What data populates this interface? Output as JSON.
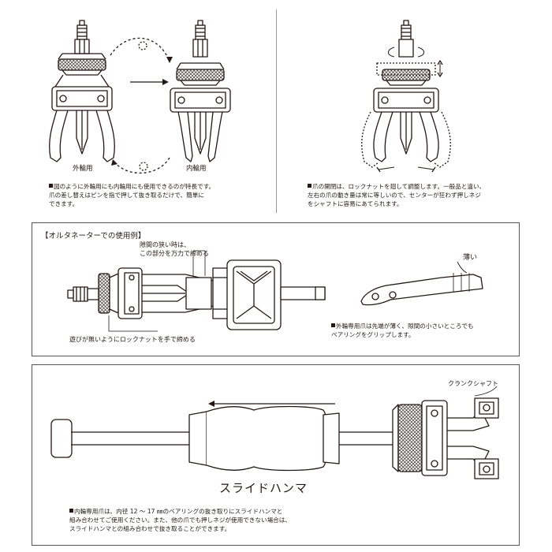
{
  "top_left": {
    "label_outer": "外輪用",
    "label_inner": "内輪用",
    "note_lines": [
      "図のように外輪用にも内輪用にも使用できるのが特長です。",
      "爪の差し替えはピンを指で押して抜き取るだけで、簡単に",
      "できます。"
    ]
  },
  "top_right": {
    "note_lines": [
      "爪の開閉は、ロックナットを廻して調整します。一般品と違い、",
      "左右の爪の動き量は常に等しいので、センターが狂わず押しネジ",
      "をシャフトに容易にあてられます。"
    ]
  },
  "alternator": {
    "heading": "【オルタネーターでの使用例】",
    "callout_top": [
      "隙間の狭い時は、",
      "この部分を万力で締める"
    ],
    "callout_bottom": "遊びが無いようにロックナットを手で締める",
    "thin_label": "薄い",
    "note_lines": [
      "外輪専用爪は先端が薄く、隙間の小さいところでも",
      "ベアリングをグリップします。"
    ]
  },
  "slide_hammer": {
    "crank_label": "クランクシャフト",
    "title": "スライドハンマ",
    "note_lines": [
      "内輪専用爪は、内径 12 ～ 17 ㎜のベアリングの抜き取りにスライドハンマと",
      "組み合わせてご使用ください。また、他の爪でも押しネジが使用できない場合は、",
      "スライドハンマとの組み合わせで抜き取ることができます。"
    ]
  }
}
